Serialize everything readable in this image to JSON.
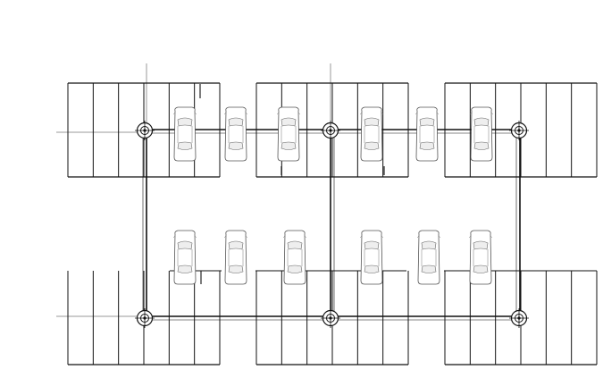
{
  "drawing": {
    "bays": {
      "top": [
        {
          "stalls": 6
        },
        {
          "stalls": 6
        },
        {
          "stalls": 6
        }
      ],
      "bottom": [
        {
          "stalls": 6
        },
        {
          "stalls": 6
        },
        {
          "stalls": 6
        }
      ]
    },
    "columns": {
      "count": 6,
      "icon": "structural-column-icon"
    },
    "cars": {
      "top_row": 6,
      "middle_row": 6,
      "icon": "car-topview-icon"
    },
    "colors": {
      "line": "#111111",
      "secondary": "#9a9a9a",
      "background": "#ffffff"
    }
  }
}
